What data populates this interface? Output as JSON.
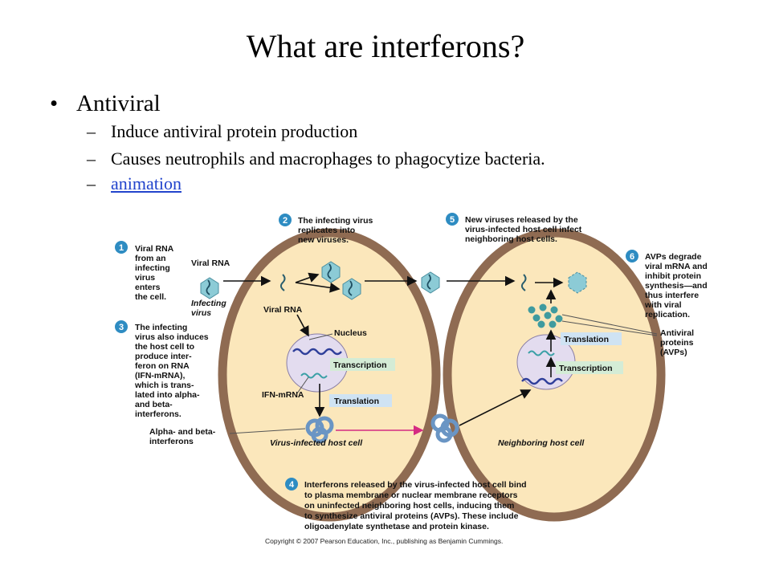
{
  "slide": {
    "title": "What are interferons?",
    "bullet": "Antiviral",
    "sub_bullets": [
      "Induce antiviral protein production",
      "Causes neutrophils and macrophages to phagocytize bacteria."
    ],
    "link_label": "animation",
    "bullet_glyph": "•",
    "dash_glyph": "–"
  },
  "diagram": {
    "steps": [
      {
        "number": "1",
        "lines": [
          "Viral RNA",
          "from an",
          "infecting",
          "virus",
          "enters",
          "the cell."
        ]
      },
      {
        "number": "2",
        "lines": [
          "The infecting virus",
          "replicates into",
          "new viruses."
        ]
      },
      {
        "number": "3",
        "lines": [
          "The infecting",
          "virus also induces",
          "the host  cell to",
          "produce inter-",
          "feron on RNA",
          "(IFN-mRNA),",
          "which is trans-",
          "lated into alpha-",
          "and beta-",
          "interferons."
        ]
      },
      {
        "number": "4",
        "lines": [
          "Interferons released by the virus-infected host cell bind",
          "to plasma membrane or nuclear membrane receptors",
          "on uninfected neighboring host cells, inducing them",
          "to synthesize antiviral proteins (AVPs). These include",
          "oligoadenylate synthetase and protein kinase."
        ]
      },
      {
        "number": "5",
        "lines": [
          "New viruses released by the",
          "virus-infected host cell infect",
          "neighboring host cells."
        ]
      },
      {
        "number": "6",
        "lines": [
          "AVPs degrade",
          "viral mRNA and",
          "inhibit protein",
          "synthesis—and",
          "thus interfere",
          "with viral",
          "replication."
        ]
      }
    ],
    "labels": {
      "viral_rna_outside": "Viral RNA",
      "infecting_virus": [
        "Infecting",
        "virus"
      ],
      "viral_rna_inside": "Viral RNA",
      "nucleus": "Nucleus",
      "transcription_left": "Transcription",
      "ifn_mrna": "IFN-mRNA",
      "translation_left": "Translation",
      "alpha_beta": [
        "Alpha- and beta-",
        "interferons"
      ],
      "infected_cell": "Virus-infected host cell",
      "neighbor_cell": "Neighboring host cell",
      "translation_right": "Translation",
      "transcription_right": "Transcription",
      "avps": [
        "Antiviral",
        "proteins",
        "(AVPs)"
      ]
    },
    "copyright": "Copyright © 2007 Pearson Education, Inc., publishing as Benjamin Cummings.",
    "colors": {
      "step_circle": "#2e8cc2",
      "cell_wall": "#8f6b52",
      "cytoplasm": "#fbe7bb",
      "nucleus": "#e3dcef",
      "label_box": "#cfe3f3",
      "label_box_alt": "#d4ecd6",
      "virus": "#8ccbd6",
      "interferon": "#6a95c4",
      "avp_dot": "#3f9b9f",
      "magenta_arrow": "#d52b82"
    }
  }
}
